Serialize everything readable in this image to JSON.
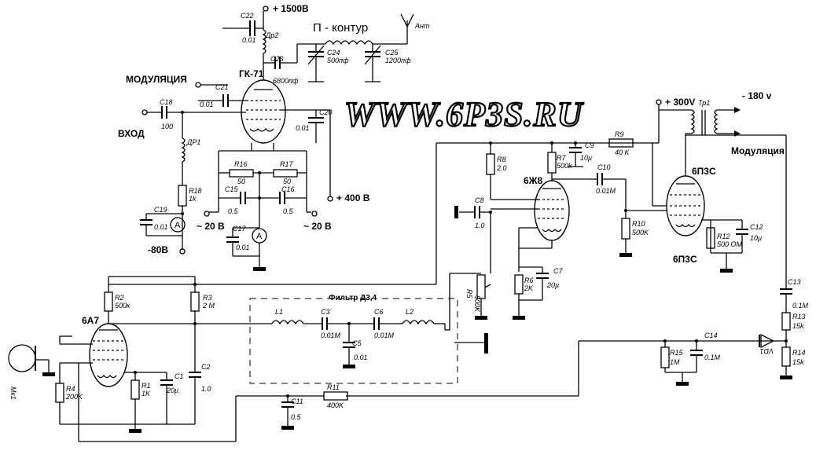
{
  "watermark": "WWW.6P3S.RU",
  "labels": {
    "hv": "+ 1500В",
    "pi_circuit": "П - контур",
    "antenna": "Ант",
    "modulation_left": "МОДУЛЯЦИЯ",
    "input": "ВХОД",
    "plus400": "+ 400 В",
    "ac20_left": "~ 20 В",
    "ac20_right": "~ 20 В",
    "minus80": "-80В",
    "plus300": "+ 300V",
    "minus180": "- 180 v",
    "modulation_right": "Модуляция",
    "filter": "Фильтр Д3,4",
    "ammeter": "A"
  },
  "tubes": {
    "gk71": "ГК-71",
    "6zh8": "6Ж8",
    "6p3s_top": "6П3С",
    "6p3s_bottom": "6П3С",
    "6a7": "6А7"
  },
  "components": {
    "c22": {
      "name": "C22",
      "value": "0.01"
    },
    "dr2": {
      "name": "Др2"
    },
    "c23": {
      "name": "C23",
      "value": "6800пф"
    },
    "c24": {
      "name": "C24",
      "value": "500пф"
    },
    "c25": {
      "name": "C25",
      "value": "1200пф"
    },
    "c21": {
      "name": "C21",
      "value": "0.01"
    },
    "c18": {
      "name": "C18",
      "value": "100"
    },
    "c20": {
      "name": "C20",
      "value": "0.01"
    },
    "dr1": {
      "name": "ДР1"
    },
    "r16": {
      "name": "R16",
      "value": "50"
    },
    "r17": {
      "name": "R17",
      "value": "50"
    },
    "c15": {
      "name": "C15",
      "value": "0.5"
    },
    "c16": {
      "name": "C16",
      "value": "0.5"
    },
    "r18": {
      "name": "R18",
      "value": "1k"
    },
    "c19": {
      "name": "C19",
      "value": "0.01"
    },
    "c17": {
      "name": "C17",
      "value": "0.01"
    },
    "r9": {
      "name": "R9",
      "value": "40 K"
    },
    "c9": {
      "name": "C9",
      "value": "10µ"
    },
    "r7": {
      "name": "R7",
      "value": "500k"
    },
    "r8": {
      "name": "R8",
      "value": "2.0"
    },
    "c10": {
      "name": "C10",
      "value": "0.01M"
    },
    "c8": {
      "name": "C8",
      "value": "1.0"
    },
    "r10": {
      "name": "R10",
      "value": "500K"
    },
    "r12": {
      "name": "R12",
      "value": "500 ОМ"
    },
    "c12": {
      "name": "C12",
      "value": "10µ"
    },
    "tr1": {
      "name": "Тр1"
    },
    "r5": {
      "name": "R5",
      "value": "500K"
    },
    "r6": {
      "name": "R6",
      "value": "2K"
    },
    "c7": {
      "name": "C7",
      "value": "20µ"
    },
    "r2": {
      "name": "R2",
      "value": "500к"
    },
    "r3": {
      "name": "R3",
      "value": "2 М"
    },
    "l1": {
      "name": "L1"
    },
    "c3": {
      "name": "C3",
      "value": "0.01M"
    },
    "c6": {
      "name": "C6",
      "value": "0.01M"
    },
    "l2": {
      "name": "L2"
    },
    "c5": {
      "name": "C5",
      "value": "0.01"
    },
    "c13": {
      "name": "C13",
      "value": "0.1M"
    },
    "r13": {
      "name": "R13",
      "value": "15k"
    },
    "c14": {
      "name": "C14",
      "value": "0.1M"
    },
    "r15": {
      "name": "R15",
      "value": "1M"
    },
    "vd1": {
      "name": "VD1"
    },
    "r14": {
      "name": "R14",
      "value": "15k"
    },
    "mk1": {
      "name": "Мк1"
    },
    "r4": {
      "name": "R4",
      "value": "200K"
    },
    "r1": {
      "name": "R1",
      "value": "1K"
    },
    "c1": {
      "name": "C1",
      "value": "20µ"
    },
    "c2": {
      "name": "C2",
      "value": "1.0"
    },
    "r11": {
      "name": "R11",
      "value": "400K"
    },
    "c11": {
      "name": "C11",
      "value": "0.5"
    }
  }
}
